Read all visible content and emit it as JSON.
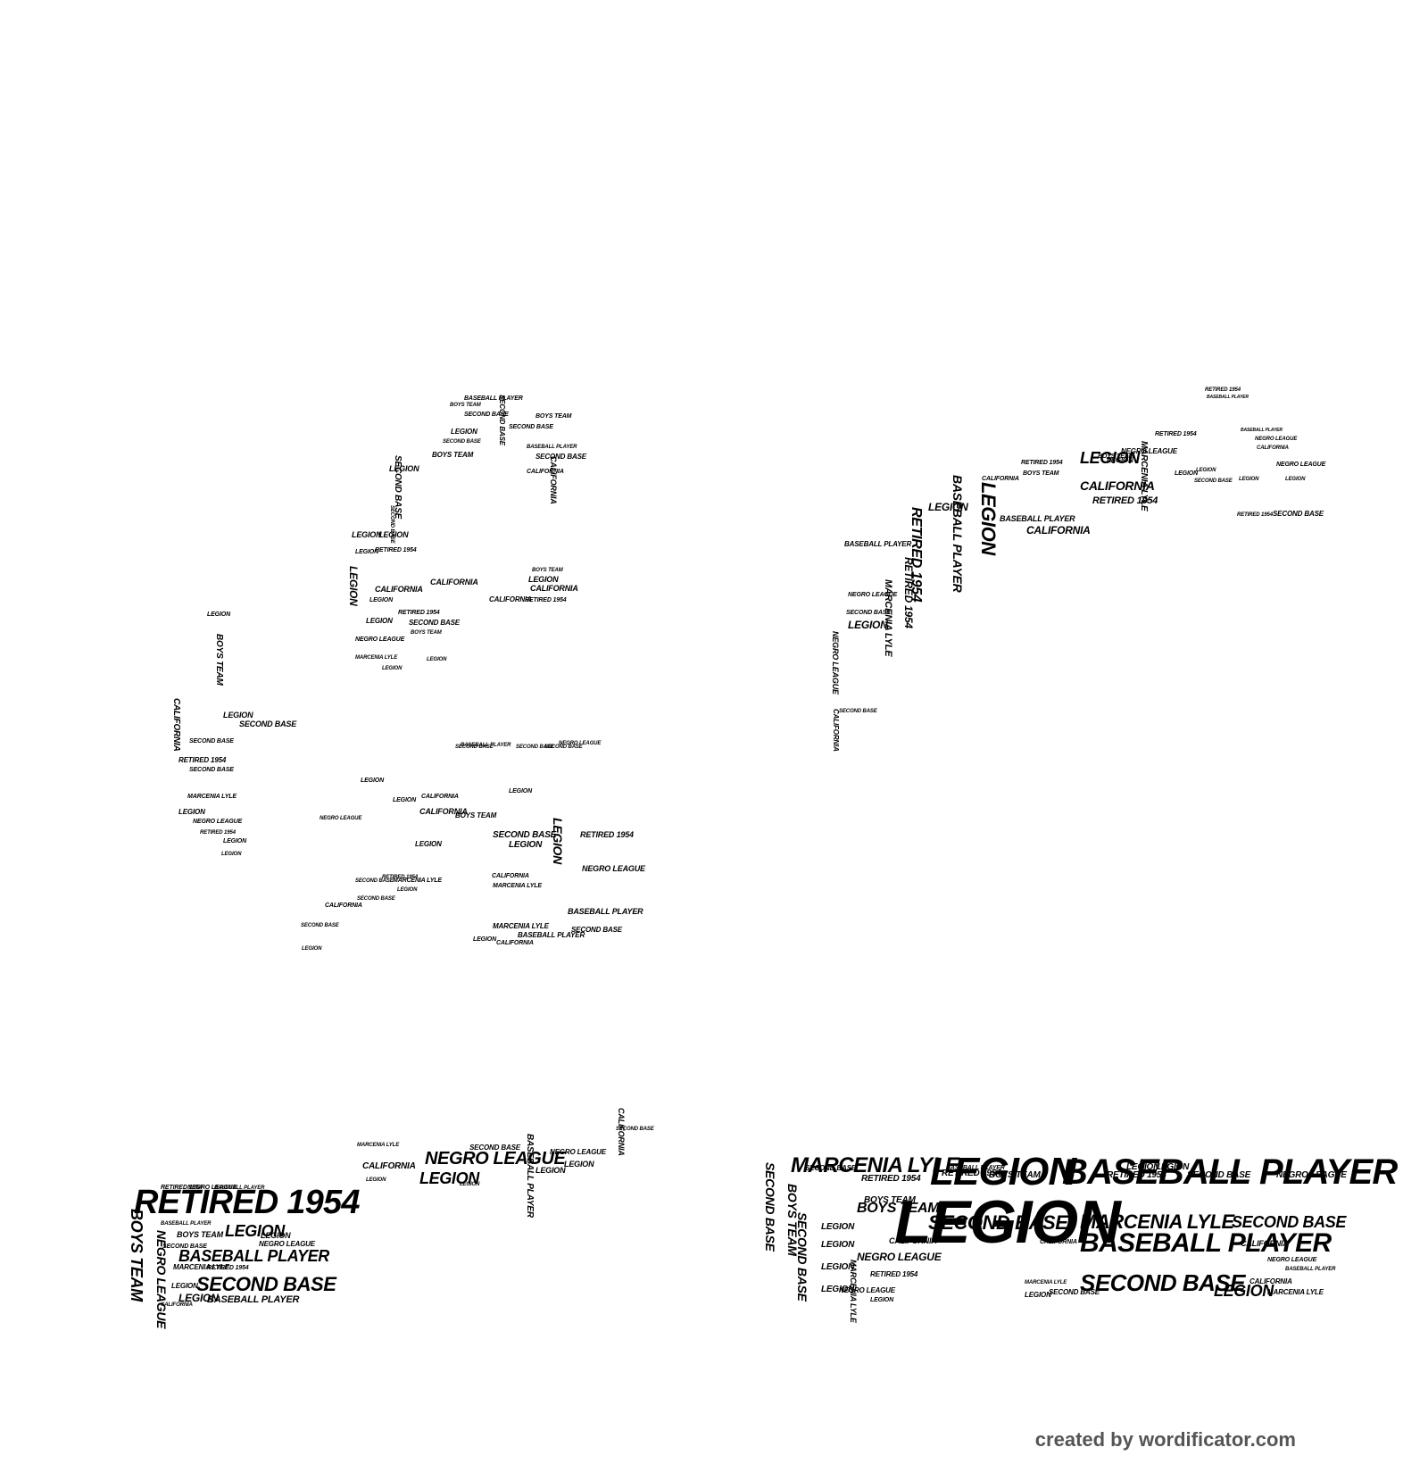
{
  "words": {
    "legion": "LEGION",
    "baseball_player": "BASEBALL PLAYER",
    "second_base": "SECOND BASE",
    "marcenia_lyle": "MARCENIA LYLE",
    "retired_1954": "RETIRED 1954",
    "boys_team": "BOYS TEAM",
    "negro_league": "NEGRO LEAGUE",
    "california": "CALIFORNIA"
  },
  "watermark": "created by wordificator.com",
  "colors": {
    "background": "#ffffff",
    "ink": "#000000",
    "watermark": "#555555"
  }
}
